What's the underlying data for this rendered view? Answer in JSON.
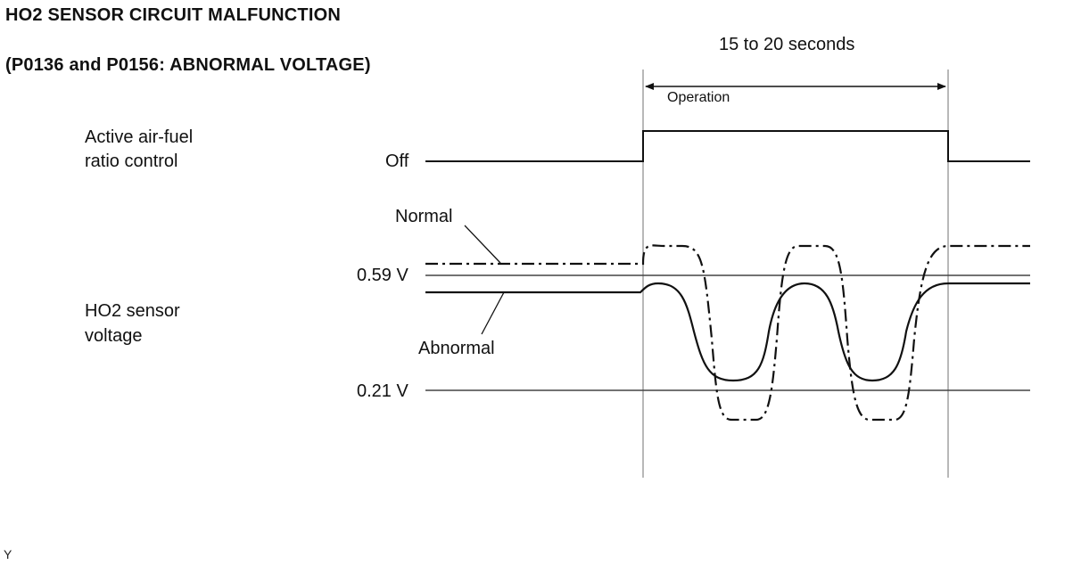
{
  "title": "HO2 SENSOR CIRCUIT MALFUNCTION",
  "subtitle": "(P0136 and P0156: ABNORMAL VOLTAGE)",
  "duration_label": "15 to 20 seconds",
  "operation_label": "Operation",
  "signals": {
    "afr_control": {
      "label_line1": "Active air-fuel",
      "label_line2": "ratio control",
      "state_off": "Off"
    },
    "ho2_voltage": {
      "label_line1": "HO2 sensor",
      "label_line2": "voltage",
      "level_high": "0.59 V",
      "level_low": "0.21 V"
    }
  },
  "trace_labels": {
    "normal": "Normal",
    "abnormal": "Abnormal"
  },
  "footer_mark": "Y",
  "colors": {
    "line": "#111111",
    "guide": "#888888",
    "reference": "#444444"
  }
}
